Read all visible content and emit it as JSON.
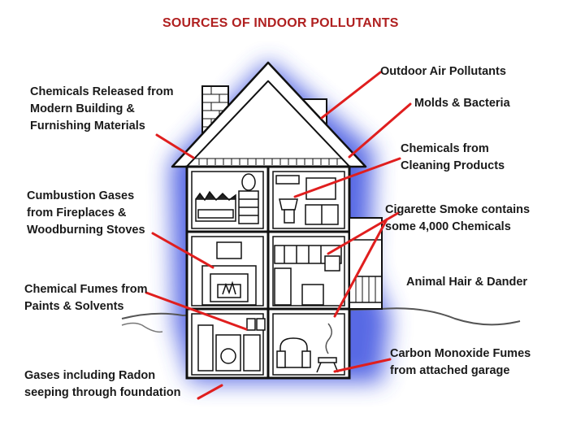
{
  "title": "SOURCES OF INDOOR POLLUTANTS",
  "colors": {
    "leader_lines": "#e01e1e",
    "house_outline": "#111111",
    "glow": "#3a4fe0",
    "title": "#b02020",
    "labels": "#1a1a1a"
  },
  "labels": {
    "building_materials": [
      "Chemicals Released from",
      "Modern Building &",
      "Furnishing Materials"
    ],
    "outdoor_air": [
      "Outdoor Air Pollutants"
    ],
    "molds": [
      "Molds & Bacteria"
    ],
    "cleaning": [
      "Chemicals from",
      "Cleaning Products"
    ],
    "combustion": [
      "Cumbustion Gases",
      "from Fireplaces &",
      "Woodburning Stoves"
    ],
    "cigarette": [
      "Cigarette Smoke contains",
      "some 4,000 Chemicals"
    ],
    "animal": [
      "Animal Hair & Dander"
    ],
    "paints": [
      "Chemical Fumes from",
      "Paints & Solvents"
    ],
    "carbon_monoxide": [
      "Carbon Monoxide Fumes",
      "from attached garage"
    ],
    "radon": [
      "Gases including Radon",
      "seeping through foundation"
    ]
  }
}
